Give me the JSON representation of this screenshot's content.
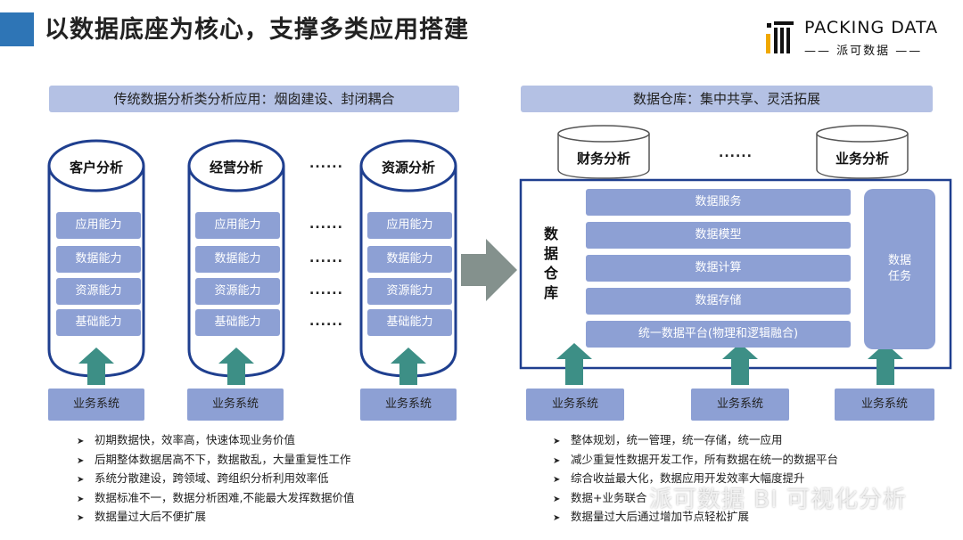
{
  "title": "以数据底座为核心，支撑多类应用搭建",
  "logo": {
    "en": "PACKING DATA",
    "cn": "—— 派可数据 ——"
  },
  "left": {
    "header": "传统数据分析类分析应用：烟囱建设、封闭耦合",
    "columns": [
      {
        "title": "客户分析",
        "items": [
          "应用能力",
          "数据能力",
          "资源能力",
          "基础能力"
        ],
        "system": "业务系统"
      },
      {
        "title": "经营分析",
        "items": [
          "应用能力",
          "数据能力",
          "资源能力",
          "基础能力"
        ],
        "system": "业务系统"
      },
      {
        "title": "资源分析",
        "items": [
          "应用能力",
          "数据能力",
          "资源能力",
          "基础能力"
        ],
        "system": "业务系统"
      }
    ],
    "dots": [
      "......",
      "......",
      "......",
      "......",
      "......"
    ],
    "bullets": [
      "初期数据快，效率高，快速体现业务价值",
      "后期整体数据居高不下，数据散乱，大量重复性工作",
      "系统分散建设，跨领域、跨组织分析利用效率低",
      "数据标准不一，数据分析困难,不能最大发挥数据价值",
      "数据量过大后不便扩展"
    ]
  },
  "right": {
    "header": "数据仓库：集中共享、灵活拓展",
    "top_cylinders": [
      "财务分析",
      "业务分析"
    ],
    "top_dots": "......",
    "warehouse_label": "数\n据\n仓\n库",
    "layers": [
      "数据服务",
      "数据模型",
      "数据计算",
      "数据存储",
      "统一数据平台(物理和逻辑融合)"
    ],
    "task": "数据\n任务",
    "systems": [
      "业务系统",
      "业务系统",
      "业务系统"
    ],
    "bullets": [
      "整体规划，统一管理，统一存储，统一应用",
      "减少重复性数据开发工作，所有数据在统一的数据平台",
      "综合收益最大化，数据应用开发效率大幅度提升",
      "数据+业务联合",
      "数据量过大后通过增加节点轻松扩展"
    ]
  },
  "watermark": "派可数据 BI 可视化分析",
  "colors": {
    "accent": "#2e75b6",
    "box": "#8da0d4",
    "header": "#b4c1e4",
    "arrow": "#3d8f86",
    "border": "#1f3f8f"
  }
}
